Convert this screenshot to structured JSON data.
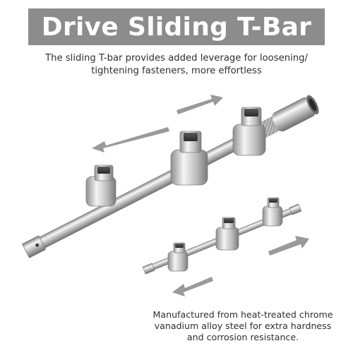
{
  "banner": {
    "title": "Drive Sliding T-Bar",
    "bg_color": "#8c8c8c"
  },
  "subtitle": {
    "lines": [
      "The sliding T-bar provides added leverage for loosening/",
      "tightening fasteners, more effortless"
    ]
  },
  "caption": {
    "lines": [
      "Manufactured from heat-treated chrome",
      "vanadium alloy steel for extra hardness",
      "and corrosion resistance."
    ]
  },
  "colors": {
    "text": "#2f2f2f",
    "chrome_light": "#f2f2f2",
    "chrome_dark": "#8a8a8a",
    "arrow": "#9a9a9a"
  },
  "icons": [
    "double-arrow-icon",
    "sliding-t-bar-image",
    "small-sliding-t-bar-image"
  ]
}
